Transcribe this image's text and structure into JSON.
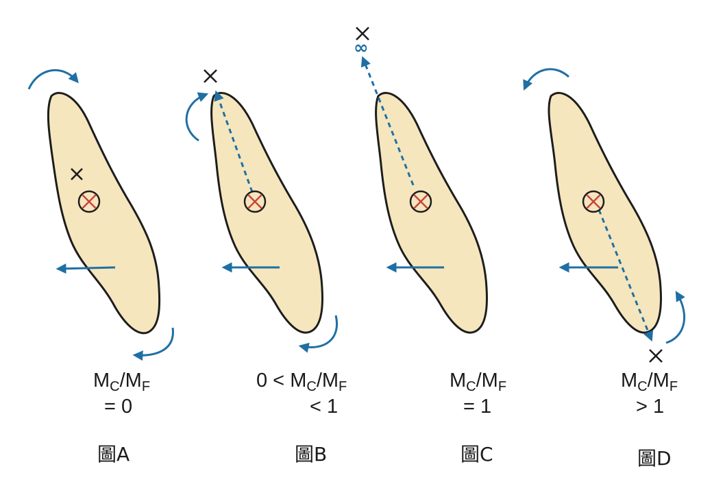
{
  "panels": [
    {
      "id": "A",
      "ratio_line1": "M",
      "ratio_sub1": "C",
      "ratio_slash": "/M",
      "ratio_sub2": "F",
      "ratio_prefix": "",
      "ratio_line2": "= 0",
      "figure_label": "圖A"
    },
    {
      "id": "B",
      "ratio_prefix": "0 < ",
      "ratio_line1": "M",
      "ratio_sub1": "C",
      "ratio_slash": "/M",
      "ratio_sub2": "F",
      "ratio_line2": "< 1",
      "figure_label": "圖B"
    },
    {
      "id": "C",
      "ratio_prefix": "",
      "ratio_line1": "M",
      "ratio_sub1": "C",
      "ratio_slash": "/M",
      "ratio_sub2": "F",
      "ratio_line2": "= 1",
      "figure_label": "圖C",
      "infinity_symbol": "∞"
    },
    {
      "id": "D",
      "ratio_prefix": "",
      "ratio_line1": "M",
      "ratio_sub1": "C",
      "ratio_slash": "/M",
      "ratio_sub2": "F",
      "ratio_line2": "> 1",
      "figure_label": "圖D"
    }
  ],
  "colors": {
    "tooth_fill": "#f5e6bd",
    "outline": "#1d1d1d",
    "arrow": "#1f6fa3",
    "center_x": "#c8443f"
  }
}
